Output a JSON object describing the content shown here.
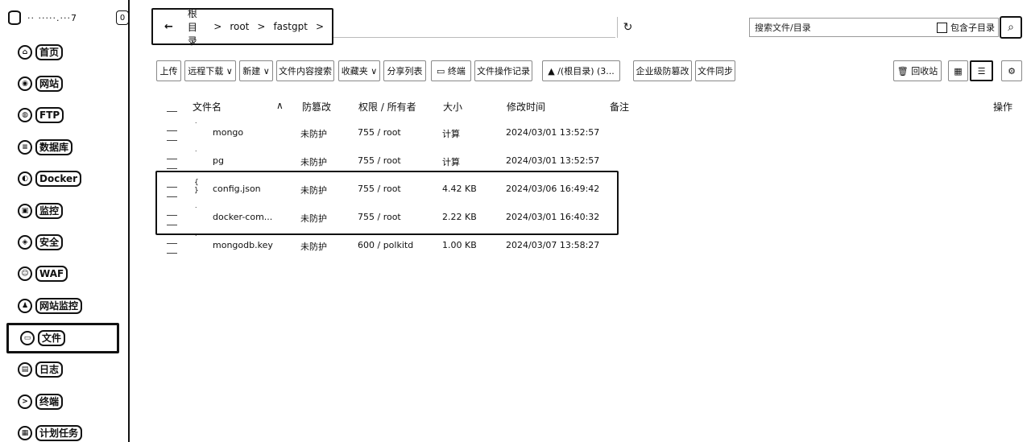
{
  "sidebar": {
    "server_host": "·· ·····.···7",
    "server_count": "0",
    "items": [
      {
        "label": "首页",
        "icon": "home-icon",
        "glyph": "⌂"
      },
      {
        "label": "网站",
        "icon": "globe-icon",
        "glyph": "◉"
      },
      {
        "label": "FTP",
        "icon": "ftp-icon",
        "glyph": "◍"
      },
      {
        "label": "数据库",
        "icon": "database-icon",
        "glyph": "≡"
      },
      {
        "label": "Docker",
        "icon": "docker-icon",
        "glyph": "◐"
      },
      {
        "label": "监控",
        "icon": "monitor-icon",
        "glyph": "▣"
      },
      {
        "label": "安全",
        "icon": "shield-icon",
        "glyph": "◈"
      },
      {
        "label": "WAF",
        "icon": "waf-icon",
        "glyph": "☺"
      },
      {
        "label": "网站监控",
        "icon": "site-monitor-icon",
        "glyph": "♟"
      },
      {
        "label": "文件",
        "icon": "folder-icon",
        "glyph": "▭"
      },
      {
        "label": "日志",
        "icon": "log-icon",
        "glyph": "▤"
      },
      {
        "label": "终端",
        "icon": "terminal-icon",
        "glyph": ">"
      },
      {
        "label": "计划任务",
        "icon": "calendar-icon",
        "glyph": "▦"
      }
    ]
  },
  "breadcrumb": {
    "back": "←",
    "crumbs": [
      "根目录",
      "root",
      "fastgpt"
    ],
    "sep": ">"
  },
  "refresh": "↻",
  "search": {
    "placeholder": "搜索文件/目录",
    "subdir_label": "包含子目录",
    "button": "⌕"
  },
  "toolbar": {
    "upload": "上传",
    "remote_download": "远程下载 ∨",
    "new": "新建 ∨",
    "content_search": "文件内容搜索",
    "favorites": "收藏夹 ∨",
    "share_list": "分享列表",
    "terminal": "▭ 终端",
    "operation_log": "文件操作记录",
    "disk": "▲ /(根目录) (3...",
    "tamper": "企业级防篡改",
    "sync": "文件同步",
    "recycle": "🗑 回收站",
    "grid_view": "▦",
    "list_view": "☰",
    "settings": "⚙"
  },
  "table": {
    "headers": {
      "name": "文件名",
      "sort": "∧",
      "tamper": "防篡改",
      "perm": "权限 / 所有者",
      "size": "大小",
      "mtime": "修改时间",
      "note": "备注",
      "action": "操作"
    },
    "rows": [
      {
        "icon": "folder-icon",
        "name": "mongo",
        "tamper": "未防护",
        "perm": "755 / root",
        "size": "计算",
        "mtime": "2024/03/01 13:52:57"
      },
      {
        "icon": "folder-icon",
        "name": "pg",
        "tamper": "未防护",
        "perm": "755 / root",
        "size": "计算",
        "mtime": "2024/03/01 13:52:57"
      },
      {
        "icon": "json-file-icon",
        "name": "config.json",
        "tamper": "未防护",
        "perm": "755 / root",
        "size": "4.42 KB",
        "mtime": "2024/03/06 16:49:42"
      },
      {
        "icon": "file-icon",
        "name": "docker-com...",
        "tamper": "未防护",
        "perm": "755 / root",
        "size": "2.22 KB",
        "mtime": "2024/03/01 16:40:32"
      },
      {
        "icon": "file-icon",
        "name": "mongodb.key",
        "tamper": "未防护",
        "perm": "600 / polkitd",
        "size": "1.00 KB",
        "mtime": "2024/03/07 13:58:27"
      }
    ]
  }
}
